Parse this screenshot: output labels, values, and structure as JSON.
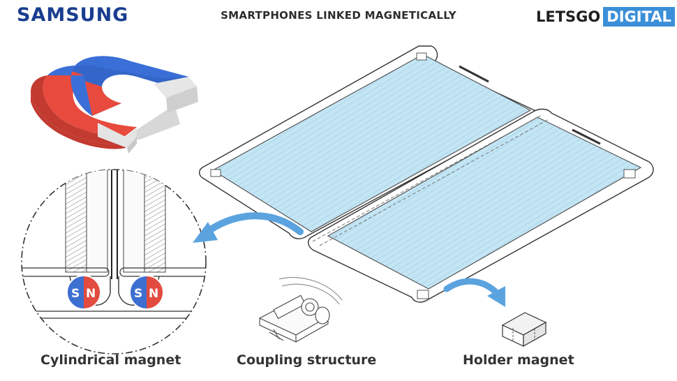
{
  "header": {
    "brand": "SAMSUNG",
    "title": "SMARTPHONES LINKED MAGNETICALLY",
    "logo_part1": "LETSGO",
    "logo_part2": "DIGITAL"
  },
  "captions": {
    "cylindrical": "Cylindrical magnet",
    "coupling": "Coupling structure",
    "holder": "Holder magnet"
  },
  "poles": {
    "south": "S",
    "north": "N"
  },
  "colors": {
    "brand_blue": "#1a3d8f",
    "logo_blue": "#3b8fd8",
    "screen_blue": "#bfe3f3",
    "arrow_blue": "#4c9ad8",
    "magnet_red": "#e8453c",
    "magnet_blue": "#3566c9"
  }
}
